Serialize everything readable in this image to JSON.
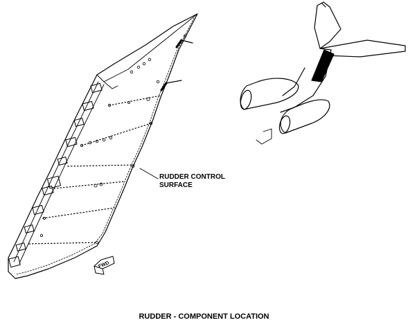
{
  "callout": {
    "line1": "RUDDER CONTROL",
    "line2": "SURFACE"
  },
  "fwd_marker": {
    "label": "FWD"
  },
  "caption": "RUDDER - COMPONENT LOCATION",
  "colors": {
    "ink": "#000000",
    "highlight": "#000000",
    "background": "#ffffff"
  }
}
